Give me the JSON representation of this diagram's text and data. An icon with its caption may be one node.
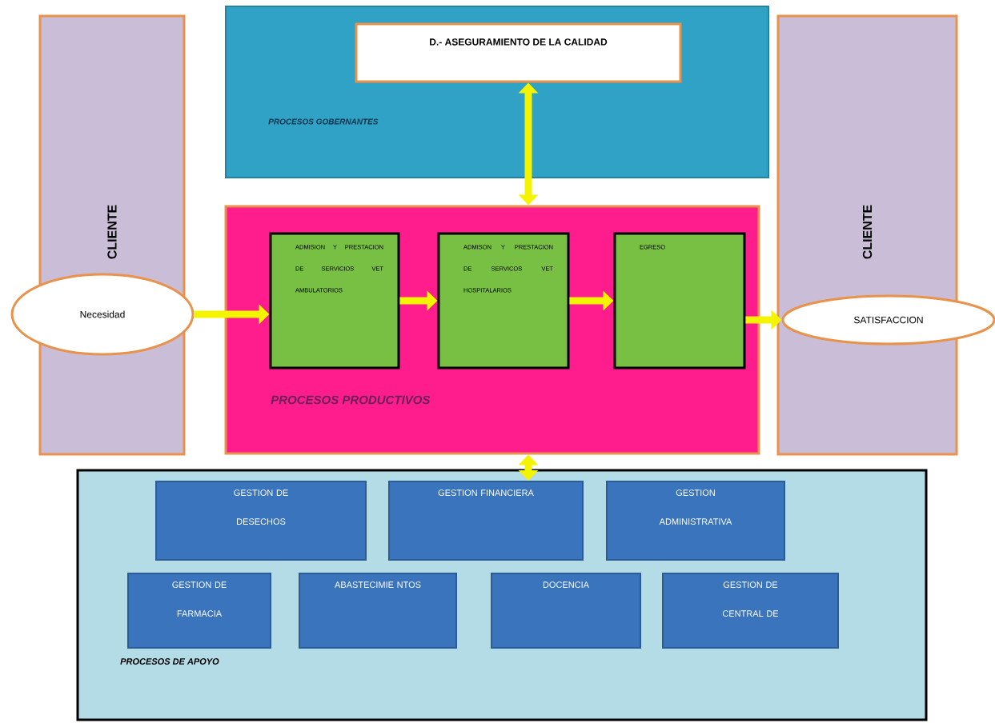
{
  "diagram": {
    "nodes": [
      {
        "text": [
          "CLIENTE"
        ]
      },
      {
        "text": [
          "CLIENTE"
        ]
      },
      {
        "text": [
          "PROCESOS GOBERNANTES"
        ]
      },
      {
        "text": [
          "D.- ASEGURAMIENTO DE LA CALIDAD"
        ],
        "in": 2
      },
      {
        "text": [
          "PROCESOS PRODUCTIVOS"
        ]
      },
      {
        "text": [
          "ADMISION Y PRESTACION DE SERVICIOS VET AMBULATORIOS"
        ],
        "in": 4
      },
      {
        "text": [
          "ADMISON Y PRESTACION DE SERVICOS VET HOSPITALARIOS"
        ],
        "in": 4
      },
      {
        "text": [
          "EGRESO"
        ],
        "in": 4
      },
      {
        "text": [
          "Necesidad"
        ]
      },
      {
        "text": [
          "SATISFACCION"
        ]
      },
      {
        "text": [
          "PROCESOS DE APOYO"
        ]
      },
      {
        "text": [
          "GESTION DE DESECHOS"
        ],
        "in": 10
      },
      {
        "text": [
          "GESTION FINANCIERA"
        ],
        "in": 10
      },
      {
        "text": [
          "GESTION ADMINISTRATIVA"
        ],
        "in": 10
      },
      {
        "text": [
          "GESTION DE FARMACIA"
        ],
        "in": 10
      },
      {
        "text": [
          "ABASTECIMIE NTOS"
        ],
        "in": 10
      },
      {
        "text": [
          "DOCENCIA"
        ],
        "in": 10
      },
      {
        "text": [
          "GESTION DE CENTRAL DE"
        ],
        "in": 10
      }
    ],
    "edges": [
      {
        "from": 8,
        "to": 5,
        "arrow": "to"
      },
      {
        "from": 5,
        "to": 6,
        "arrow": "to"
      },
      {
        "from": 6,
        "to": 7,
        "arrow": "to"
      },
      {
        "from": 7,
        "to": 9,
        "arrow": "to"
      },
      {
        "from": 3,
        "to": 4,
        "arrow": "both"
      },
      {
        "from": 4,
        "to": 12,
        "arrow": "both"
      }
    ]
  }
}
